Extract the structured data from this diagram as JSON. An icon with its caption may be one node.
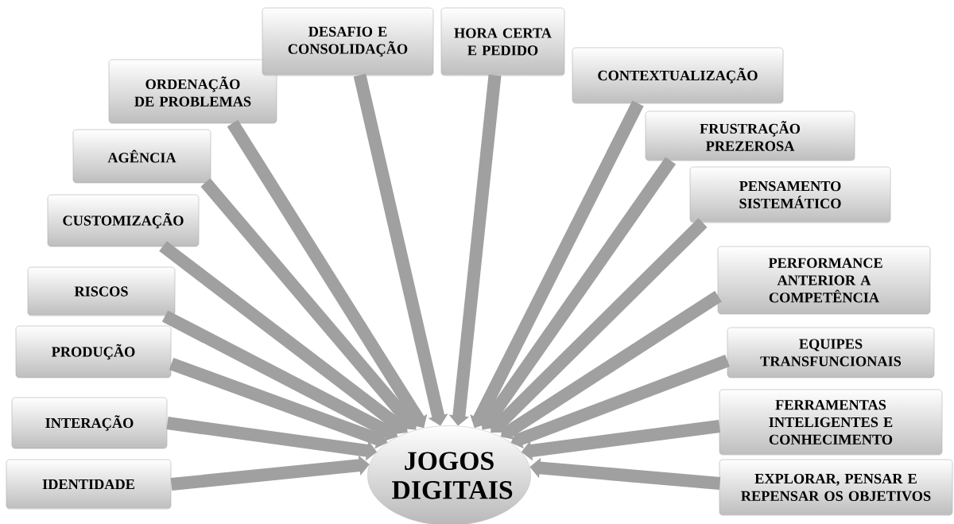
{
  "diagram": {
    "nodes": [
      {
        "text": [
          "JOGOS DIGITAIS"
        ]
      },
      {
        "text": [
          "IDENTIDADE"
        ]
      },
      {
        "text": [
          "INTERAÇÃO"
        ]
      },
      {
        "text": [
          "PRODUÇÃO"
        ]
      },
      {
        "text": [
          "RISCOS"
        ]
      },
      {
        "text": [
          "CUSTOMIZAÇÃO"
        ]
      },
      {
        "text": [
          "AGÊNCIA"
        ]
      },
      {
        "text": [
          "ORDENAÇÃO DE PROBLEMAS"
        ]
      },
      {
        "text": [
          "DESAFIO E CONSOLIDAÇÃO"
        ]
      },
      {
        "text": [
          "HORA CERTA E PEDIDO"
        ]
      },
      {
        "text": [
          "CONTEXTUALIZAÇÃO"
        ]
      },
      {
        "text": [
          "FRUSTRAÇÃO PREZEROSA"
        ]
      },
      {
        "text": [
          "PENSAMENTO SISTEMÁTICO"
        ]
      },
      {
        "text": [
          "PERFORMANCE ANTERIOR A COMPETÊNCIA"
        ]
      },
      {
        "text": [
          "EQUIPES TRANSFUNCIONAIS"
        ]
      },
      {
        "text": [
          "FERRAMENTAS INTELIGENTES E CONHECIMENTO"
        ]
      },
      {
        "text": [
          "EXPLORAR, PENSAR E REPENSAR OS OBJETIVOS"
        ]
      }
    ],
    "edges": [
      {
        "from": 1,
        "to": 0,
        "arrow": "to"
      },
      {
        "from": 2,
        "to": 0,
        "arrow": "to"
      },
      {
        "from": 3,
        "to": 0,
        "arrow": "to"
      },
      {
        "from": 4,
        "to": 0,
        "arrow": "to"
      },
      {
        "from": 5,
        "to": 0,
        "arrow": "to"
      },
      {
        "from": 6,
        "to": 0,
        "arrow": "to"
      },
      {
        "from": 7,
        "to": 0,
        "arrow": "to"
      },
      {
        "from": 8,
        "to": 0,
        "arrow": "to"
      },
      {
        "from": 9,
        "to": 0,
        "arrow": "to"
      },
      {
        "from": 10,
        "to": 0,
        "arrow": "to"
      },
      {
        "from": 11,
        "to": 0,
        "arrow": "to"
      },
      {
        "from": 12,
        "to": 0,
        "arrow": "to"
      },
      {
        "from": 13,
        "to": 0,
        "arrow": "to"
      },
      {
        "from": 14,
        "to": 0,
        "arrow": "to"
      },
      {
        "from": 15,
        "to": 0,
        "arrow": "to"
      },
      {
        "from": 16,
        "to": 0,
        "arrow": "to"
      }
    ]
  }
}
